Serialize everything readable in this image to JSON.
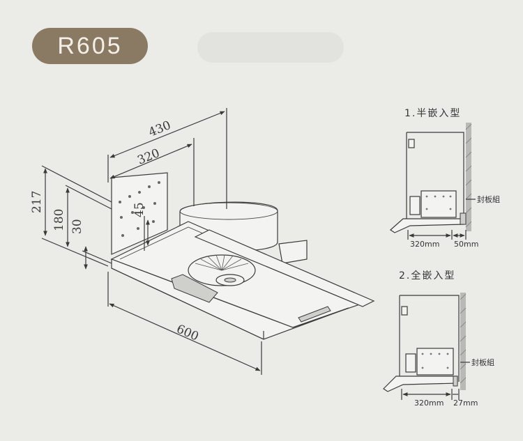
{
  "model": "R605",
  "main_dims": {
    "depth_total": "430",
    "depth_body": "320",
    "height_total": "217",
    "height_body": "180",
    "height_panel": "30",
    "height_small": "45",
    "width": "600"
  },
  "install_semi": {
    "title": "1.半嵌入型",
    "seal_label": "封板組",
    "dim_a": "320mm",
    "dim_b": "50mm"
  },
  "install_full": {
    "title": "2.全嵌入型",
    "seal_label": "封板組",
    "dim_a": "320mm",
    "dim_b": "27mm"
  }
}
